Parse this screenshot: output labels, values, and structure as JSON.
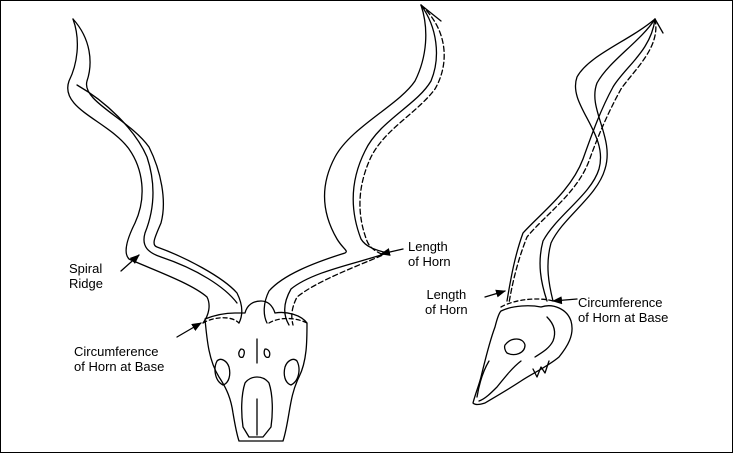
{
  "labels": {
    "spiral_ridge": [
      "Spiral",
      "Ridge"
    ],
    "length_front": [
      "Length",
      "of Horn"
    ],
    "circumference_front": [
      "Circumference",
      "of Horn at Base"
    ],
    "length_side": [
      "Length",
      "of Horn"
    ],
    "circumference_side": [
      "Circumference",
      "of Horn at Base"
    ]
  },
  "colors": {
    "ink": "#000000",
    "paper": "#ffffff"
  }
}
